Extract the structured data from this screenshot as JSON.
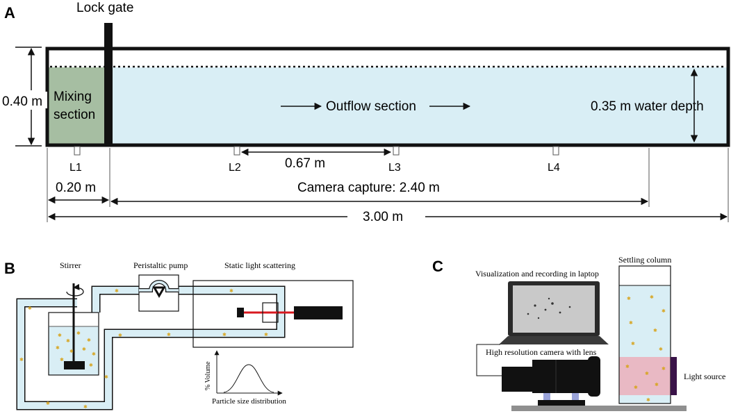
{
  "colors": {
    "water": "#d9eef5",
    "mixing": "#a6bea2",
    "outline": "#111111",
    "laser": "#d8181f",
    "particle": "#d7a521",
    "light_source": "#e9b9c4",
    "light_source_bar": "#3a1348",
    "camera_mount": "#9aa3d9",
    "bench": "#8f8f8f"
  },
  "panel_a": {
    "label": "A",
    "lock_gate": "Lock gate",
    "height": "0.40 m",
    "mixing_1": "Mixing",
    "mixing_2": "section",
    "outflow": "Outflow section",
    "water_depth": "0.35 m water depth",
    "sensors": [
      "L1",
      "L2",
      "L3",
      "L4"
    ],
    "spacing": "0.67 m",
    "mixing_len": "0.20 m",
    "camera": "Camera capture: 2.40 m",
    "total": "3.00 m"
  },
  "panel_b": {
    "label": "B",
    "stirrer": "Stirrer",
    "pump": "Peristaltic pump",
    "sls": "Static light scattering",
    "ylabel": "% Volume",
    "xlabel": "Particle size distribution"
  },
  "panel_c": {
    "label": "C",
    "laptop": "Visualization and recording in laptop",
    "column": "Settling column",
    "camera": "High resolution camera with lens",
    "light": "Light source"
  }
}
